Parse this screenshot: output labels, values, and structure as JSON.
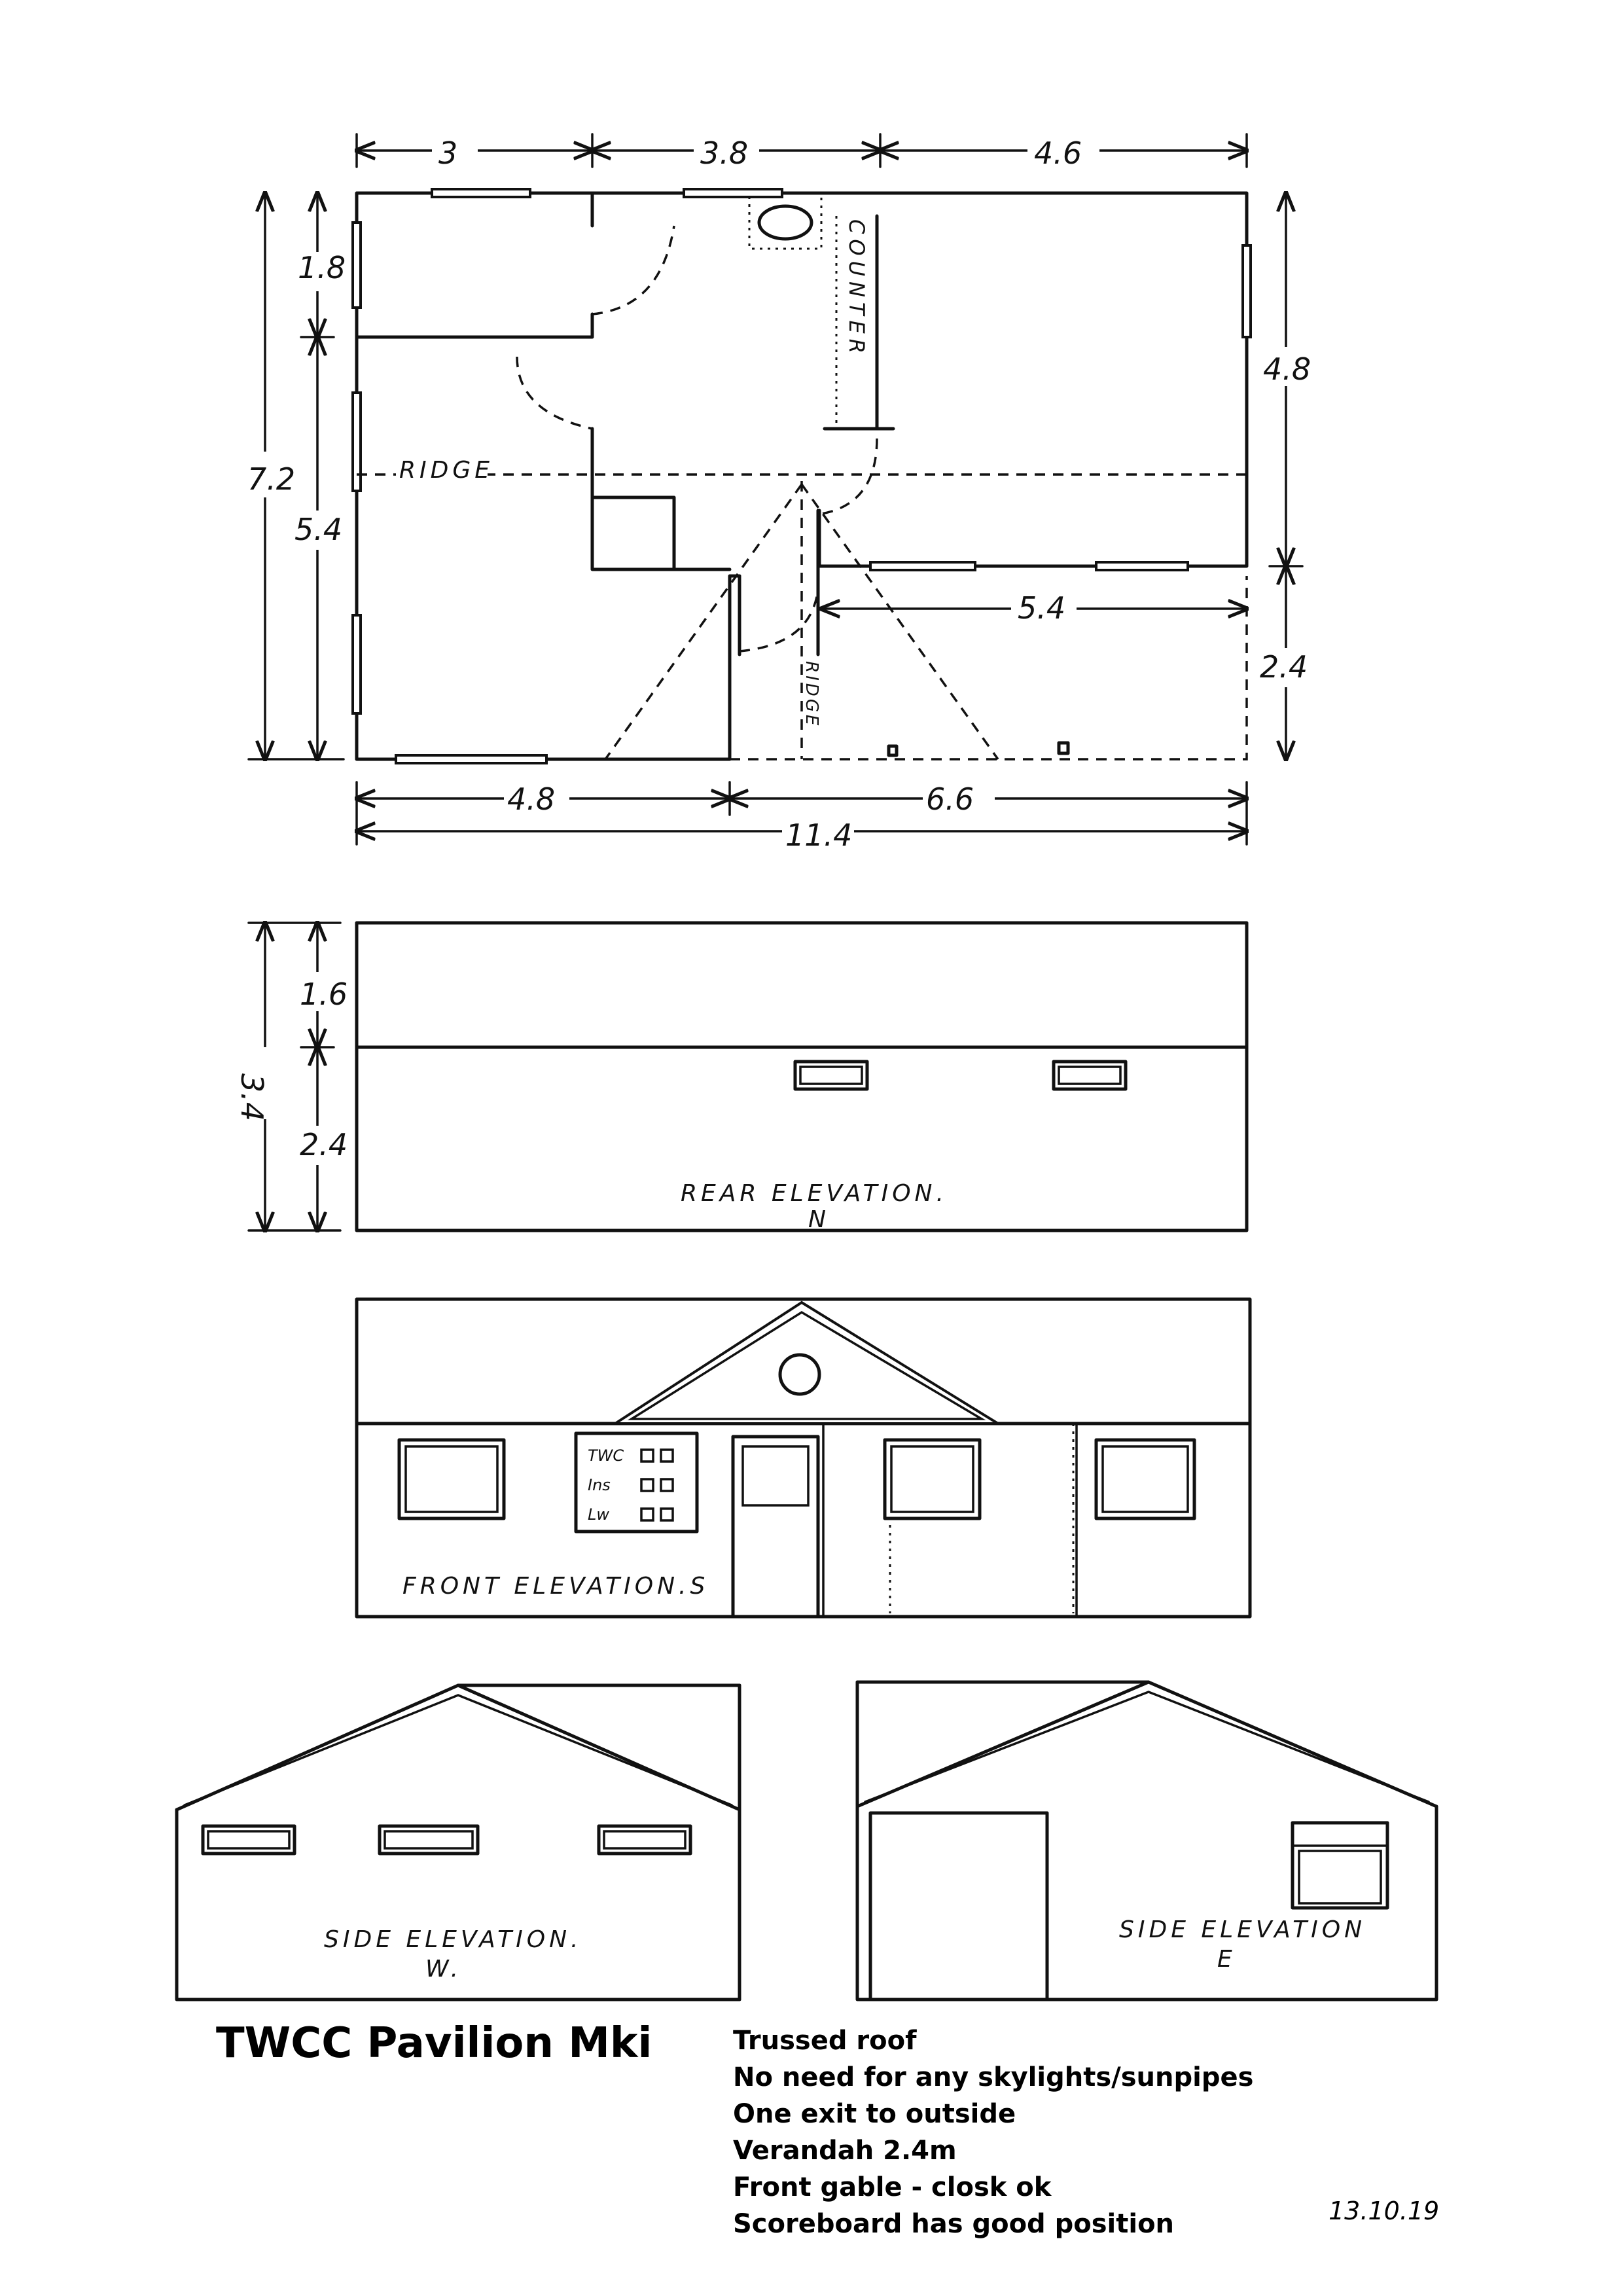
{
  "plan": {
    "dims_top": [
      "3",
      "3.8",
      "4.6"
    ],
    "dims_left": [
      "1.8",
      "5.4"
    ],
    "dim_total_height": "7.2",
    "dim_right_upper": "4.8",
    "dim_right_lower": "2.4",
    "dim_verandah": "5.4",
    "dims_bottom": [
      "4.8",
      "6.6"
    ],
    "dim_total_width": "11.4",
    "label_ridge": "RIDGE",
    "label_ridge_vertical": "RIDGE",
    "label_counter": "COUNTER"
  },
  "rear_elevation": {
    "dim_total": "3.4",
    "dim_roof": "1.6",
    "dim_wall": "2.4",
    "label": "REAR ELEVATION.",
    "orientation": "N"
  },
  "front_elevation": {
    "label": "FRONT ELEVATION.S",
    "scoreboard_lines": [
      "TWC",
      "Ins",
      "Lw"
    ]
  },
  "side_west": {
    "label": "SIDE ELEVATION.",
    "orientation": "W."
  },
  "side_east": {
    "label": "SIDE ELEVATION",
    "orientation": "E"
  },
  "title": "TWCC Pavilion Mki",
  "notes": [
    "Trussed roof",
    "No need for any skylights/sunpipes",
    "One exit to outside",
    "Verandah 2.4m",
    "Front gable - closk ok",
    "Scoreboard has good position"
  ],
  "date": "13.10.19"
}
